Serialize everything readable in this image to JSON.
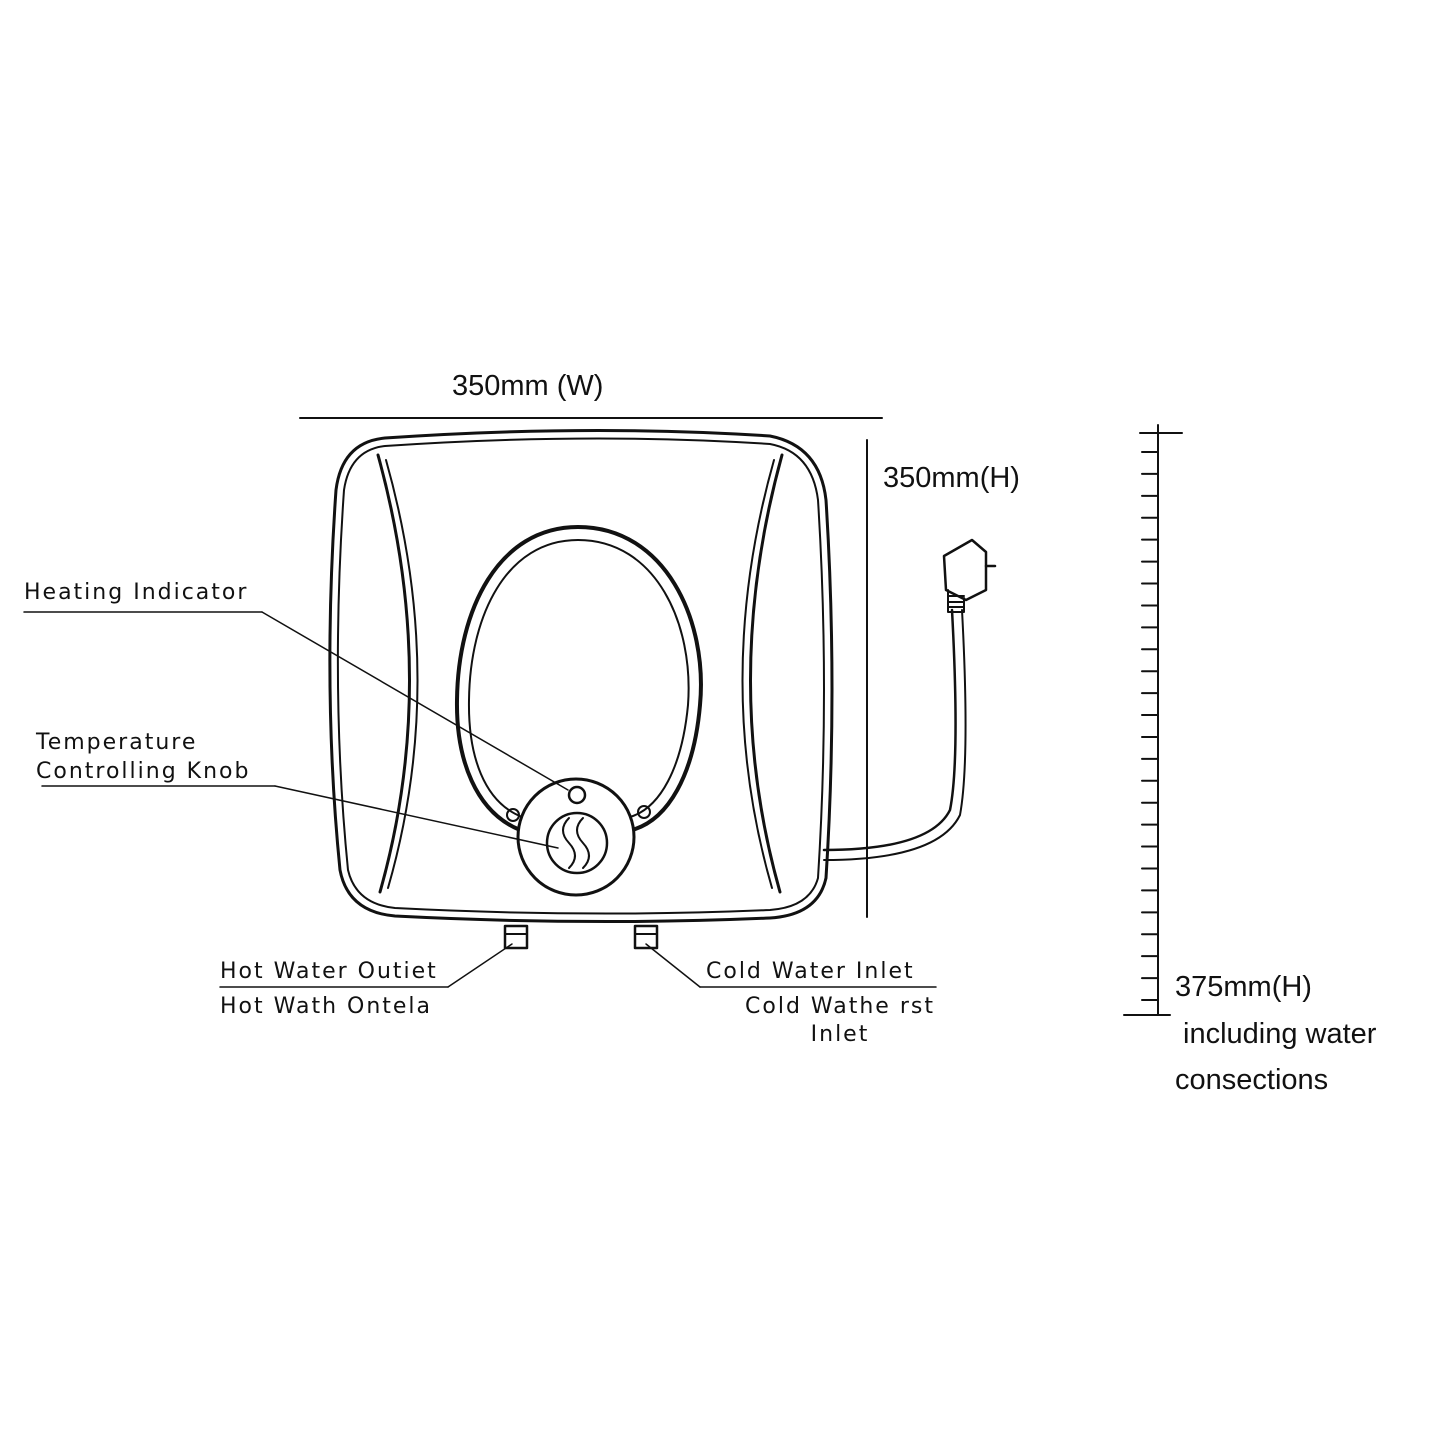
{
  "dimensions": {
    "width": "350mm (W)",
    "height": "350mm(H)",
    "total_height": "375mm(H)",
    "total_note_line1": "including water",
    "total_note_line2": "consections"
  },
  "callouts": {
    "heating_indicator": "Heating Indicator",
    "temp_knob_line1": "Temperature",
    "temp_knob_line2": "Controlling Knob",
    "hot_outlet_line1": "Hot Water Outiet",
    "hot_outlet_line2": "Hot Wath Ontela",
    "cold_inlet_line1": "Cold  Water Inlet",
    "cold_inlet_line2": "Cold Wathe rst",
    "cold_inlet_line3": "Inlet"
  },
  "ruler": {
    "ticks": 26
  },
  "colors": {
    "line": "#111111",
    "background": "#ffffff"
  }
}
